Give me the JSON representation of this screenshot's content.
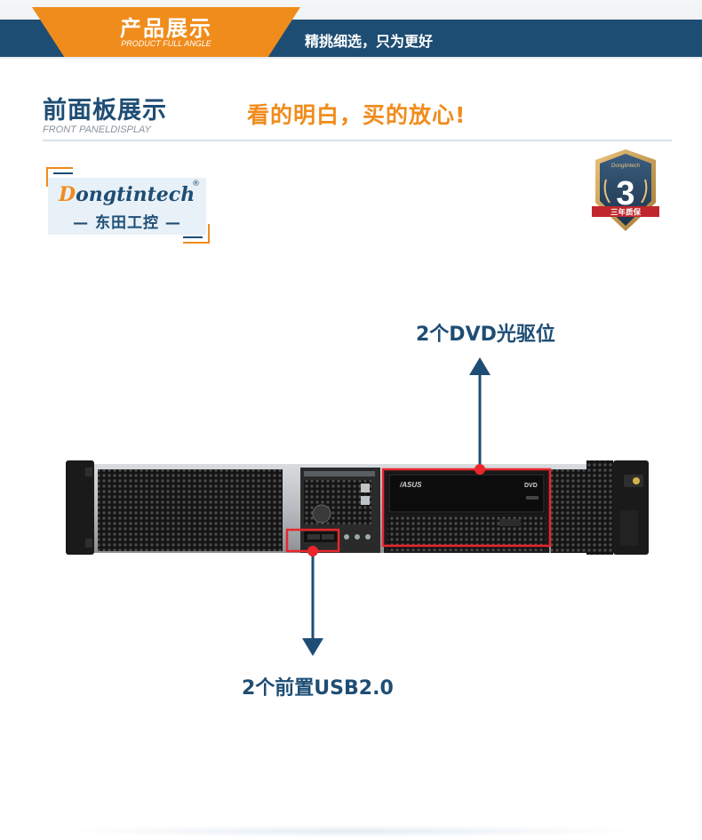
{
  "header": {
    "title": "产品展示",
    "subtitle": "PRODUCT FULL ANGLE",
    "slogan": "精挑细选，只为更好"
  },
  "section": {
    "title": "前面板展示",
    "subtitle": "FRONT PANELDISPLAY",
    "slogan": "看的明白，买的放心!"
  },
  "logo": {
    "brand_en": "ongtintech",
    "brand_initial": "D",
    "registered": "®",
    "brand_cn": "— 东田工控 —"
  },
  "badge": {
    "brand": "Dongtintech",
    "number": "3",
    "warranty": "三年质保"
  },
  "annotations": {
    "dvd": "2个DVD光驱位",
    "usb": "2个前置USB2.0"
  },
  "colors": {
    "brand_blue": "#1e4d74",
    "accent_orange": "#f08c1c",
    "highlight_red": "#e8262c"
  }
}
